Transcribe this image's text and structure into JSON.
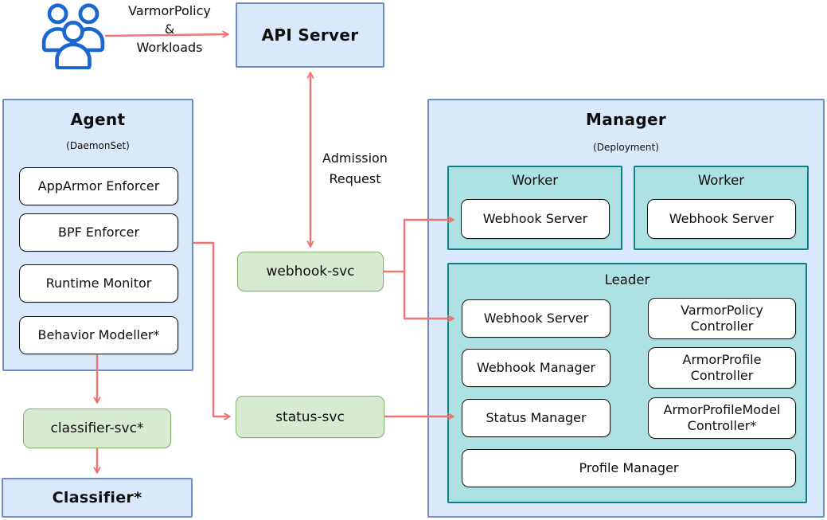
{
  "colors": {
    "arrow": "#ef7471",
    "blue_fill": "#dae8fc",
    "blue_stroke": "#6e8ec1",
    "teal_fill": "#aee1e2",
    "teal_stroke": "#0e8088",
    "green_fill": "#d9ead3",
    "green_stroke": "#82b366",
    "white_fill": "#ffffff",
    "dark_stroke": "#161616",
    "users_icon": "#1b66d1"
  },
  "users_flow": {
    "icon": "users-group-icon",
    "label_line1": "VarmorPolicy",
    "label_line2": "&",
    "label_line3": "Workloads"
  },
  "api_server": {
    "label": "API Server"
  },
  "admission": {
    "line1": "Admission",
    "line2": "Request"
  },
  "agent": {
    "title": "Agent",
    "subtitle": "(DaemonSet)",
    "components": [
      "AppArmor Enforcer",
      "BPF Enforcer",
      "Runtime Monitor",
      "Behavior Modeller*"
    ]
  },
  "services": {
    "webhook_svc": "webhook-svc",
    "status_svc": "status-svc",
    "classifier_svc": "classifier-svc*"
  },
  "classifier": {
    "label": "Classifier*"
  },
  "manager": {
    "title": "Manager",
    "subtitle": "(Deployment)",
    "workers": [
      {
        "title": "Worker",
        "component": "Webhook Server"
      },
      {
        "title": "Worker",
        "component": "Webhook Server"
      }
    ],
    "leader": {
      "title": "Leader",
      "left_components": [
        "Webhook Server",
        "Webhook Manager",
        "Status Manager"
      ],
      "right_components": [
        "VarmorPolicy Controller",
        "ArmorProfile Controller",
        "ArmorProfileModel Controller*"
      ],
      "wide_component": "Profile Manager"
    }
  }
}
